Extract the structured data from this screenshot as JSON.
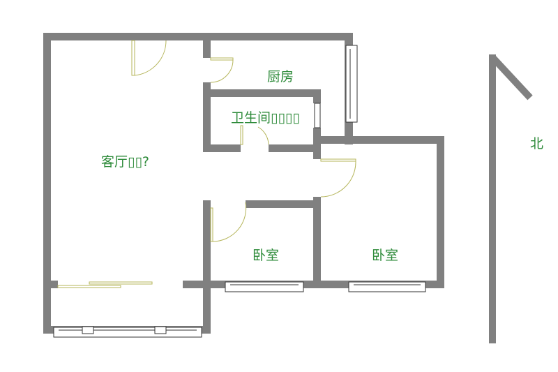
{
  "rooms": {
    "living_room": "客厅▯▯?",
    "kitchen": "厨房",
    "bathroom": "卫生间▯▯▯▯",
    "bedroom_1": "卧室",
    "bedroom_2": "卧室"
  },
  "compass": {
    "north_label": "北"
  },
  "colors": {
    "wall": "#808080",
    "label": "#2e8b3a",
    "door": "#b5b55a"
  }
}
